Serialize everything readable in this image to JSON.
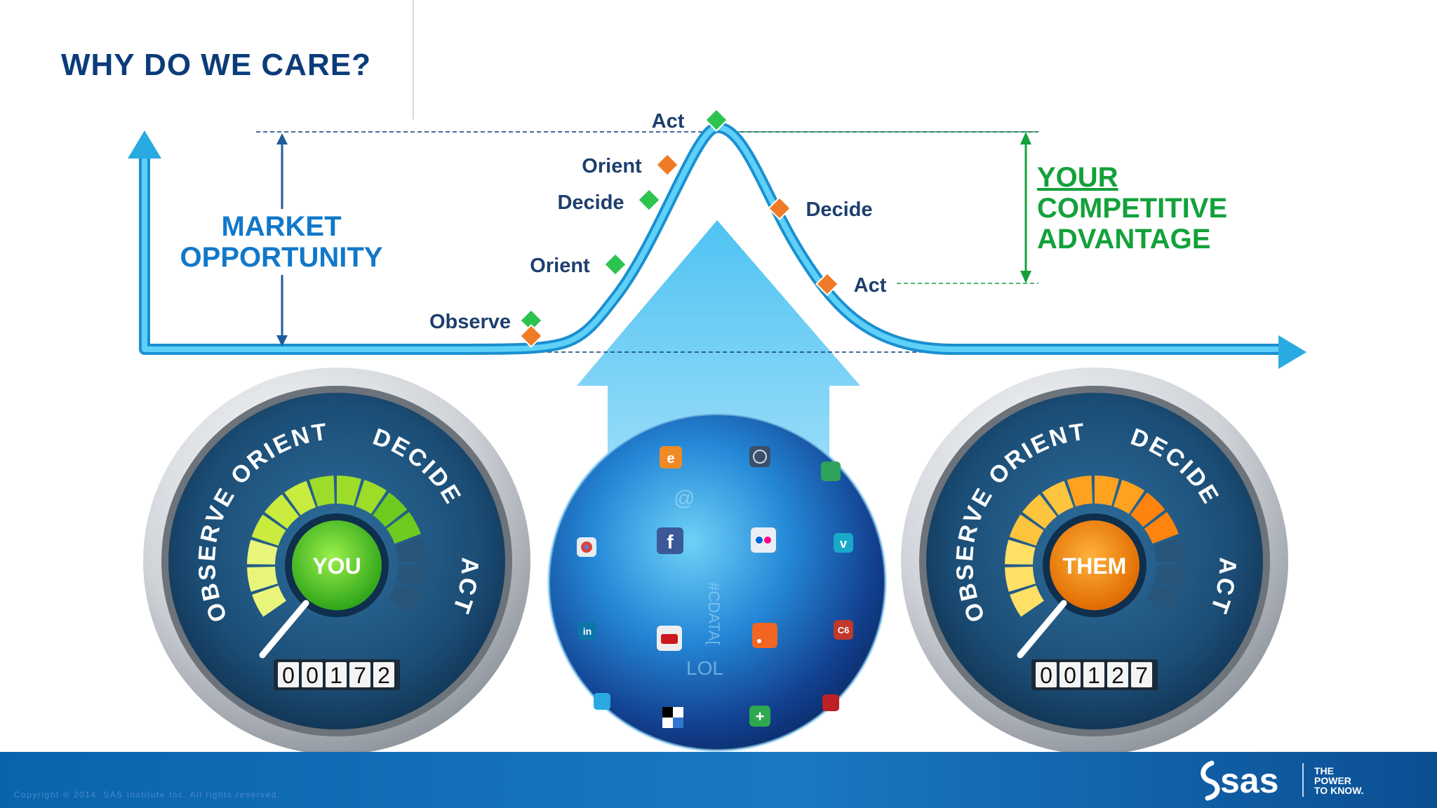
{
  "slide": {
    "title": "WHY DO WE CARE?",
    "left_label": [
      "MARKET",
      "OPPORTUNITY"
    ],
    "right_label": [
      "YOUR",
      "COMPETITIVE",
      "ADVANTAGE"
    ],
    "curve_labels": {
      "act_top": "Act",
      "orient_upper": "Orient",
      "decide_left": "Decide",
      "orient_lower": "Orient",
      "observe": "Observe",
      "decide_right": "Decide",
      "act_right": "Act"
    },
    "gauges": [
      {
        "center": "YOU",
        "arc": [
          "OBSERVE",
          "ORIENT",
          "DECIDE",
          "ACT"
        ],
        "counter": [
          "0",
          "0",
          "1",
          "7",
          "2"
        ],
        "theme": "green",
        "level": 0.8
      },
      {
        "center": "THEM",
        "arc": [
          "OBSERVE",
          "ORIENT",
          "DECIDE",
          "ACT"
        ],
        "counter": [
          "0",
          "0",
          "1",
          "2",
          "7"
        ],
        "theme": "orange",
        "level": 0.8
      }
    ],
    "globe_icons": [
      "e-icon",
      "wordpress-icon",
      "phone-icon",
      "facebook-icon",
      "flickr-icon",
      "vimeo-icon",
      "chrome-icon",
      "linkedin-icon",
      "youtube-icon",
      "rss-icon",
      "c6-icon",
      "delicious-icon",
      "plus-icon",
      "twitter-icon",
      "pinterest-icon"
    ],
    "globe_text": [
      "@",
      "LOL",
      "#CDATA["
    ],
    "colors": {
      "title": "#0b3c7a",
      "market": "#1178c9",
      "advantage": "#13a13b",
      "curve": "#29abe2",
      "footer": "#0a63ad"
    },
    "footer": {
      "copyright": "Copyright © 2014, SAS Institute Inc. All rights reserved.",
      "logo_text": "sas",
      "tagline": [
        "THE",
        "POWER",
        "TO KNOW."
      ]
    }
  }
}
